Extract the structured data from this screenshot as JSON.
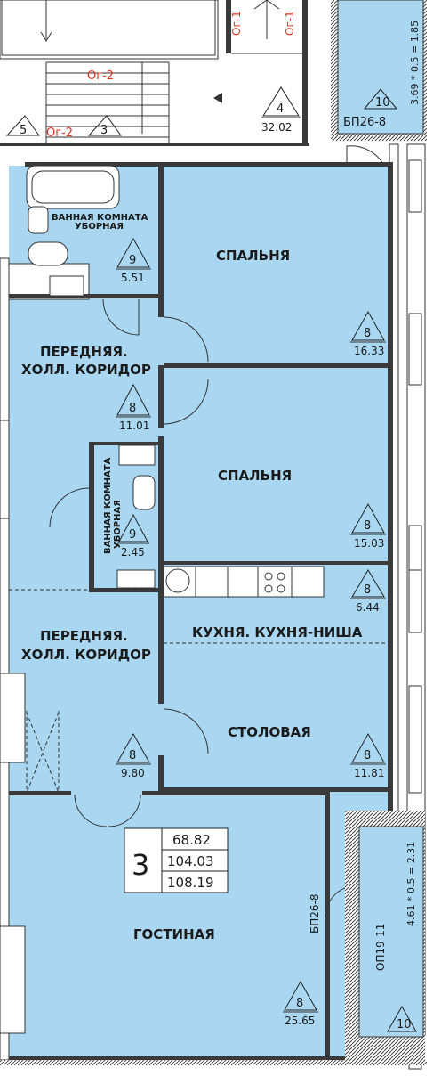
{
  "apartment": {
    "rooms_count": "3",
    "areas": [
      "68.82",
      "104.03",
      "108.19"
    ]
  },
  "stair_area": {
    "marker_left": "5",
    "marker_mid": "3",
    "marker_right": "4",
    "marker_right_area": "32.02",
    "red_labels": [
      "Ог-2",
      "Ог-2",
      "Ог-1",
      "Ог-1"
    ]
  },
  "balcony_top": {
    "marker": "10",
    "formula": "3.69 * 0.5 = 1.85",
    "window_label": "БП26-8"
  },
  "balcony_bottom": {
    "marker": "10",
    "formula": "4.61 * 0.5 = 2.31",
    "window_label": "ОП19-11",
    "door_label": "БП26-8"
  },
  "rooms": [
    {
      "name": "ВАННАЯ КОМНАТА",
      "name2": "УБОРНАЯ",
      "marker": "9",
      "area": "5.51"
    },
    {
      "name": "СПАЛЬНЯ",
      "marker": "8",
      "area": "16.33"
    },
    {
      "name": "ПЕРЕДНЯЯ.",
      "name2": "ХОЛЛ. КОРИДОР",
      "marker": "8",
      "area": "11.01"
    },
    {
      "name": "СПАЛЬНЯ",
      "marker": "8",
      "area": "15.03"
    },
    {
      "name": "ВАННАЯ КОМНАТА",
      "name2": "УБОРНАЯ",
      "marker": "9",
      "area": "2.45"
    },
    {
      "name": "КУХНЯ. КУХНЯ-НИША",
      "marker": "8",
      "area": "6.44"
    },
    {
      "name": "ПЕРЕДНЯЯ.",
      "name2": "ХОЛЛ. КОРИДОР",
      "marker": "8",
      "area": "9.80"
    },
    {
      "name": "СТОЛОВАЯ",
      "marker": "8",
      "area": "11.81"
    },
    {
      "name": "ГОСТИНАЯ",
      "marker": "8",
      "area": "25.65"
    }
  ]
}
